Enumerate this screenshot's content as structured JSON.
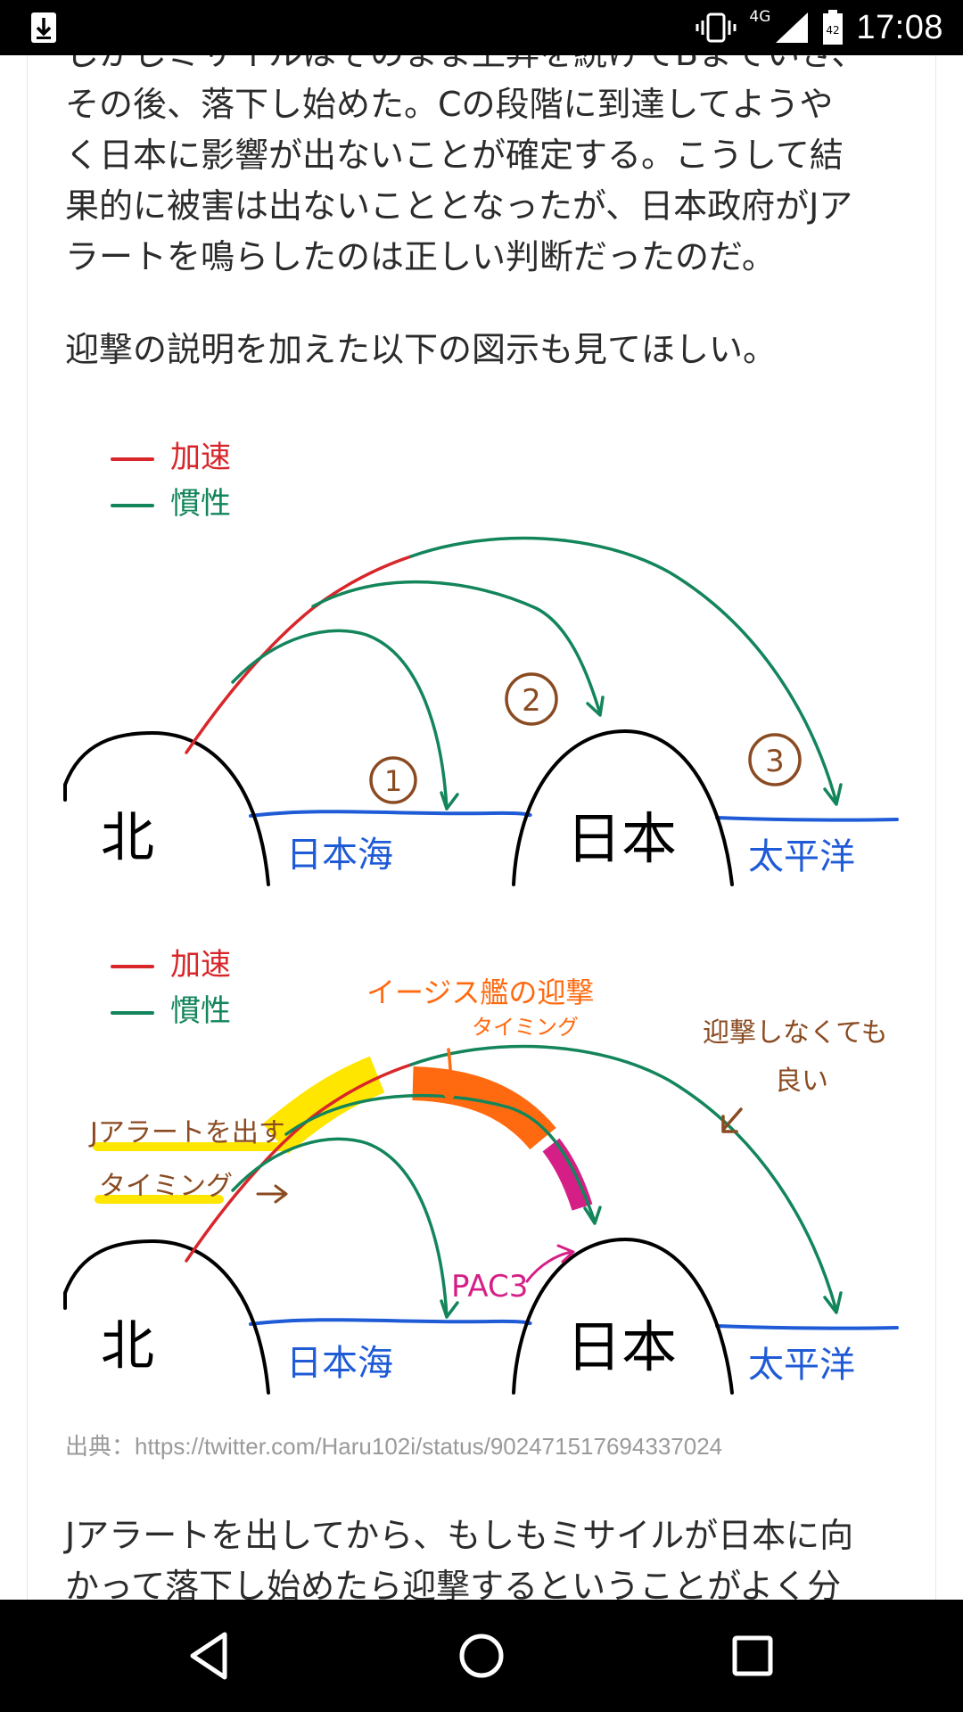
{
  "status_bar": {
    "time": "17:08",
    "network": "4G",
    "battery": "42",
    "icons": [
      "download-icon",
      "vibrate-icon",
      "signal-icon",
      "battery-icon"
    ]
  },
  "article": {
    "paragraph_1": [
      "しかしミサイルはそのまま上昇を続けてBまでいき、",
      "その後、落下し始めた。Cの段階に到達してようや",
      "く日本に影響が出ないことが確定する。こうして結",
      "果的に被害は出ないこととなったが、日本政府がJア",
      "ラートを鳴らしたのは正しい判断だったのだ。"
    ],
    "paragraph_2": "迎撃の説明を加えた以下の図示も見てほしい。",
    "source": "出典：https://twitter.com/Haru102i/status/902471517694337024",
    "paragraph_3": [
      "Jアラートを出してから、もしもミサイルが日本に向",
      "かって落下し始めたら迎撃するということがよく分"
    ]
  },
  "diagram": {
    "legend": {
      "accel": "加速",
      "inertia": "慣性"
    },
    "land_north": "北",
    "land_japan": "日本",
    "sea_japan": "日本海",
    "sea_pacific": "太平洋",
    "markers": [
      "1",
      "2",
      "3"
    ],
    "alert_label_1": "Jアラートを出す",
    "alert_label_2": "タイミング",
    "aegis_label_1": "イージス艦の迎撃",
    "aegis_label_2": "タイミング",
    "no_intercept_1": "迎撃しなくても",
    "no_intercept_2": "良い",
    "pac3": "PAC3",
    "colors": {
      "accel": "#d8262a",
      "inertia": "#13855b",
      "sea": "#1f5bd6",
      "marker": "#8a4b22",
      "aegis": "#ff6a10",
      "alert": "#ffe600",
      "pac3": "#d61f86"
    }
  }
}
